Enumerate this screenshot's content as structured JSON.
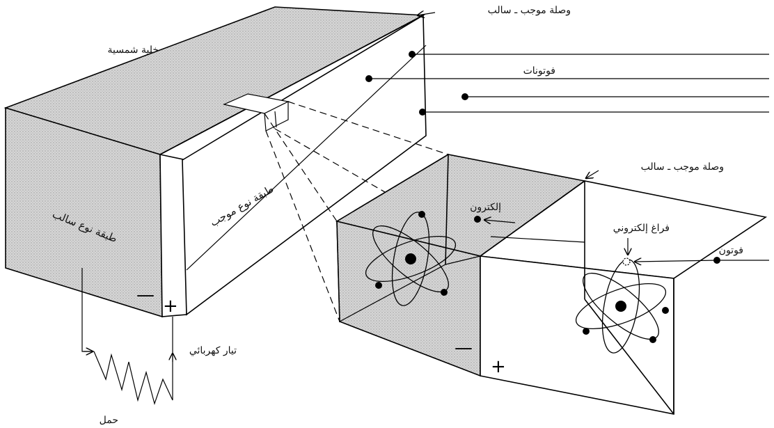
{
  "labels": {
    "solar_cell": "خلية شمسية",
    "pn_junction_top": "وصلة موجب ـ سالب",
    "photons": "فوتونات",
    "pn_junction_detail": "وصلة موجب ـ سالب",
    "n_type_layer": "طبقة نوع سالب",
    "p_type_layer": "طبقة نوع موجب",
    "electron": "إلكترون",
    "hole": "فراغ إلكتروني",
    "photon": "فوتون",
    "electric_current": "تيار كهربائي",
    "load": "حمل"
  },
  "signs": {
    "minus": "—",
    "plus": "+"
  },
  "colors": {
    "shaded_face": "#cfcfcf",
    "line": "#000000"
  }
}
